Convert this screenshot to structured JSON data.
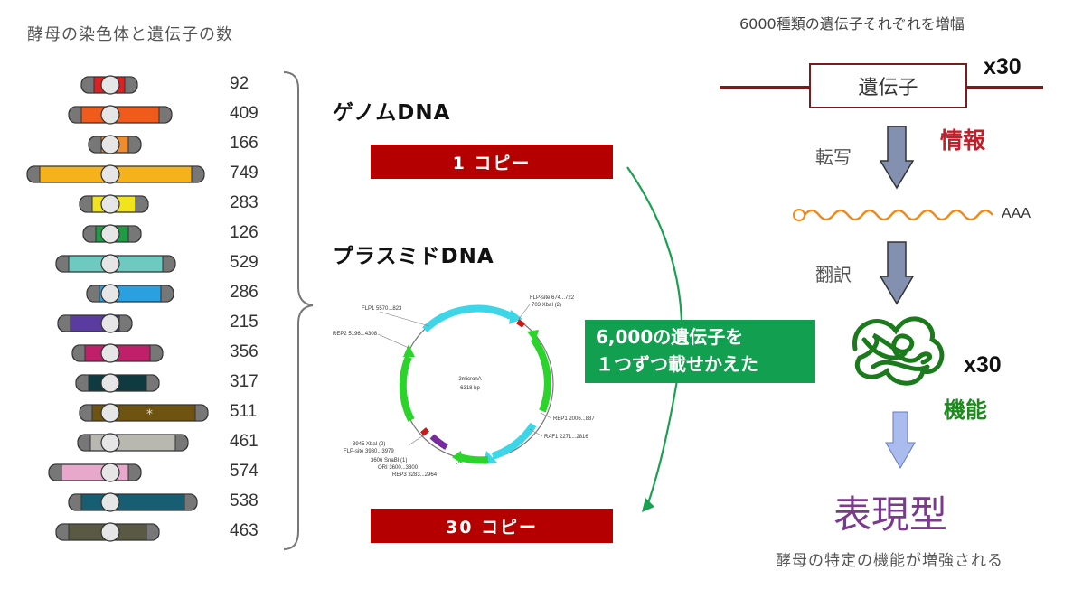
{
  "header": {
    "left_title": "酵母の染色体と遺伝子の数",
    "right_title": "6000種類の遺伝子それぞれを増幅"
  },
  "chromosomes": [
    {
      "count": "92",
      "color": "#e02020"
    },
    {
      "count": "409",
      "color": "#f05a1a"
    },
    {
      "count": "166",
      "color": "#f08c30"
    },
    {
      "count": "749",
      "color": "#f5b21a"
    },
    {
      "count": "283",
      "color": "#f2e41c"
    },
    {
      "count": "126",
      "color": "#1f9a45"
    },
    {
      "count": "529",
      "color": "#6ec9c0"
    },
    {
      "count": "286",
      "color": "#2aa0e0"
    },
    {
      "count": "215",
      "color": "#5a3ca0"
    },
    {
      "count": "356",
      "color": "#c0206a"
    },
    {
      "count": "317",
      "color": "#0e3a40"
    },
    {
      "count": "511",
      "color": "#6e5410"
    },
    {
      "count": "461",
      "color": "#b8b8b0"
    },
    {
      "count": "574",
      "color": "#e8a8cc"
    },
    {
      "count": "538",
      "color": "#185e72"
    },
    {
      "count": "463",
      "color": "#5a5a44"
    }
  ],
  "middle": {
    "genome_heading": "ゲノムDNA",
    "genome_copy": "1 コピー",
    "plasmid_heading": "プラスミドDNA",
    "plasmid_copy": "30 コピー",
    "green_line1": "6,000の遺伝子を",
    "green_line2": "１つずつ載せかえた"
  },
  "plasmid": {
    "name": "2micronA",
    "size": "6318 bp",
    "labels": {
      "flp1": "FLP1 5570...823",
      "rep2": "REP2 5196...4308",
      "flp_site_top": "FLP-site 674...722",
      "xbal_top": "703 XbaI (2)",
      "rep1": "REP1 2006...887",
      "raf1": "RAF1 2271...2816",
      "xbal_bottom": "3945 XbaI (2)",
      "flp_site_bottom": "FLP-site 3930...3979",
      "snab": "3606 SnaBI (1)",
      "ori": "ORI 3600...3800",
      "rep3": "REP3 3283...2964"
    }
  },
  "right": {
    "gene_label": "遺伝子",
    "x30_top": "x30",
    "info_label": "情報",
    "transcription": "転写",
    "aaa": "AAA",
    "translation": "翻訳",
    "x30_bottom": "x30",
    "function_label": "機能",
    "phenotype": "表現型",
    "bottom_note": "酵母の特定の機能が増強される"
  },
  "colors": {
    "copy_bar": "#b50000",
    "green_box": "#12a050",
    "gene_line": "#7a1c1c",
    "info_red": "#c0202a",
    "function_green": "#1d8a1d",
    "phenotype_purple": "#7a3b8c",
    "mrna_orange": "#f08a1a"
  }
}
